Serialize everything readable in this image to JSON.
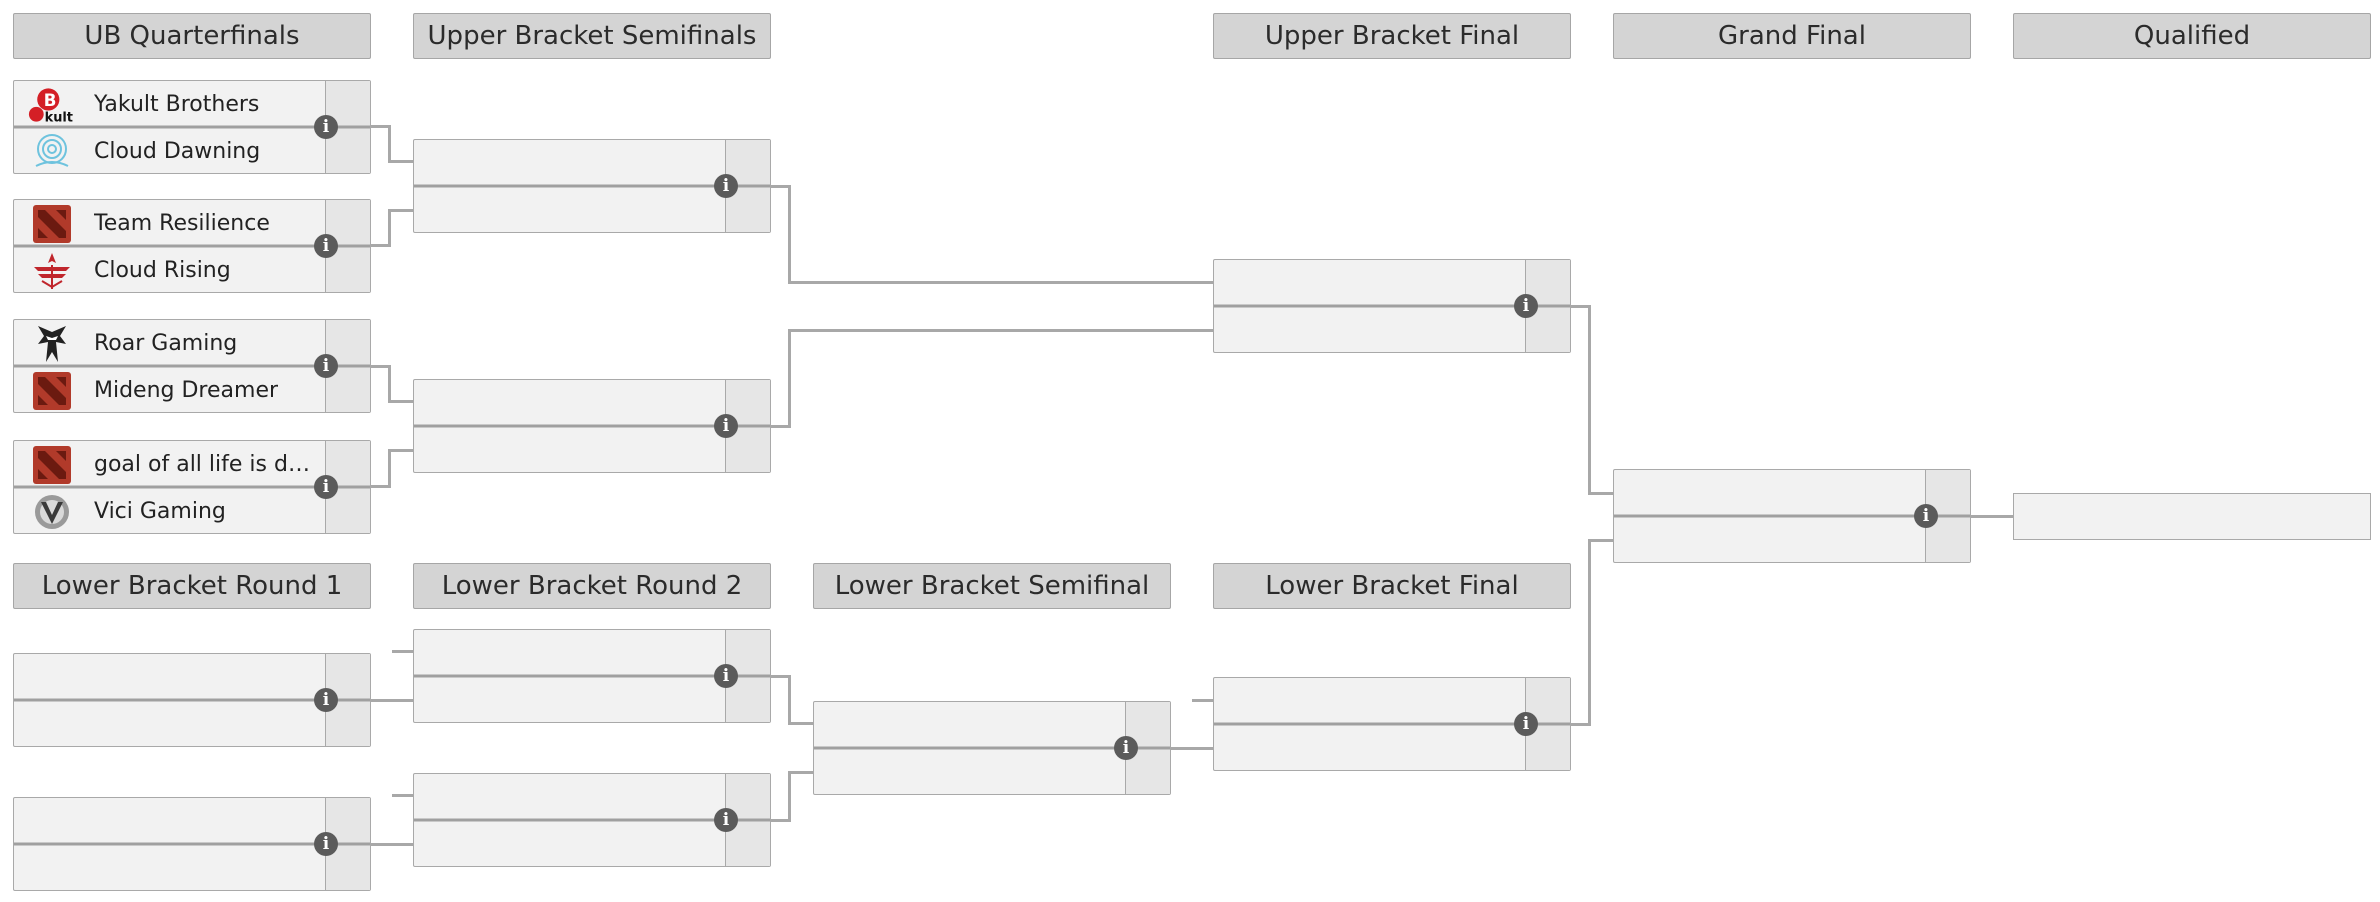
{
  "round_headers": {
    "ub_quarterfinals": "UB Quarterfinals",
    "ub_semifinals": "Upper Bracket Semifinals",
    "ub_final": "Upper Bracket Final",
    "grand_final": "Grand Final",
    "qualified": "Qualified",
    "lb_round1": "Lower Bracket Round 1",
    "lb_round2": "Lower Bracket Round 2",
    "lb_semifinal": "Lower Bracket Semifinal",
    "lb_final": "Lower Bracket Final"
  },
  "ub_quarterfinal_matches": [
    {
      "team1": "Yakult Brothers",
      "team1_logo": "yakult-brothers-logo",
      "team2": "Cloud Dawning",
      "team2_logo": "cloud-dawning-logo"
    },
    {
      "team1": "Team Resilience",
      "team1_logo": "dota2-logo",
      "team2": "Cloud Rising",
      "team2_logo": "cloud-rising-logo"
    },
    {
      "team1": "Roar Gaming",
      "team1_logo": "roar-gaming-logo",
      "team2": "Mideng Dreamer",
      "team2_logo": "dota2-logo"
    },
    {
      "team1": "goal of all life is dea...",
      "team1_logo": "dota2-logo",
      "team2": "Vici Gaming",
      "team2_logo": "vici-gaming-logo"
    }
  ],
  "info_icon_glyph": "i",
  "colors": {
    "header_bg": "#d4d4d4",
    "match_bg": "#f2f2f2",
    "connector": "#a8a8a8",
    "info_icon": "#5b5b5b",
    "dota_red": "#b13a2a"
  }
}
